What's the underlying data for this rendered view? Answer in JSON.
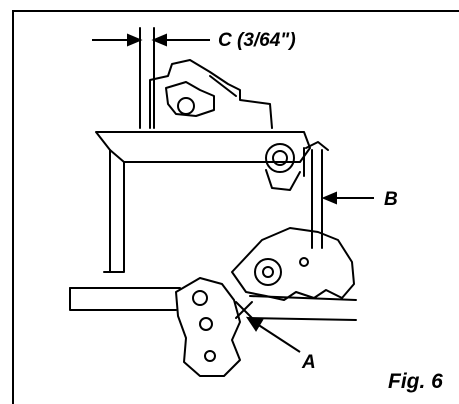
{
  "labels": {
    "c": "C (3/64\")",
    "b": "B",
    "a": "A"
  },
  "figure_label": "Fig. 6",
  "colors": {
    "ink": "#000000",
    "paper": "#ffffff"
  }
}
